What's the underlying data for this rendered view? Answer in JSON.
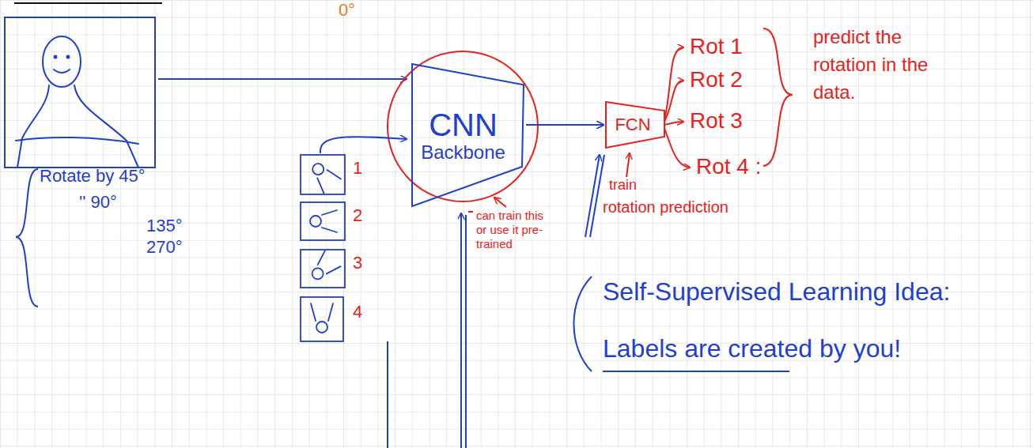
{
  "diagram": {
    "nodes": [
      {
        "text": [
          "CNN",
          "Backbone"
        ]
      },
      {
        "text": [
          "FCN"
        ]
      }
    ],
    "edges": [
      {
        "from": 0,
        "to": 1,
        "arrow": "to"
      }
    ],
    "labels": [
      "0°",
      "Rotate by 45°",
      "'' 90°",
      "135°",
      "270°",
      "1",
      "2",
      "3",
      "4",
      "can train this or use it pre-trained",
      "train",
      "rotation prediction",
      "Rot 1",
      "Rot 2",
      "Rot 3",
      "Rot 4 :",
      "predict the rotation in the data.",
      "Self-Supervised Learning Idea:",
      "Labels are created by you!"
    ]
  }
}
